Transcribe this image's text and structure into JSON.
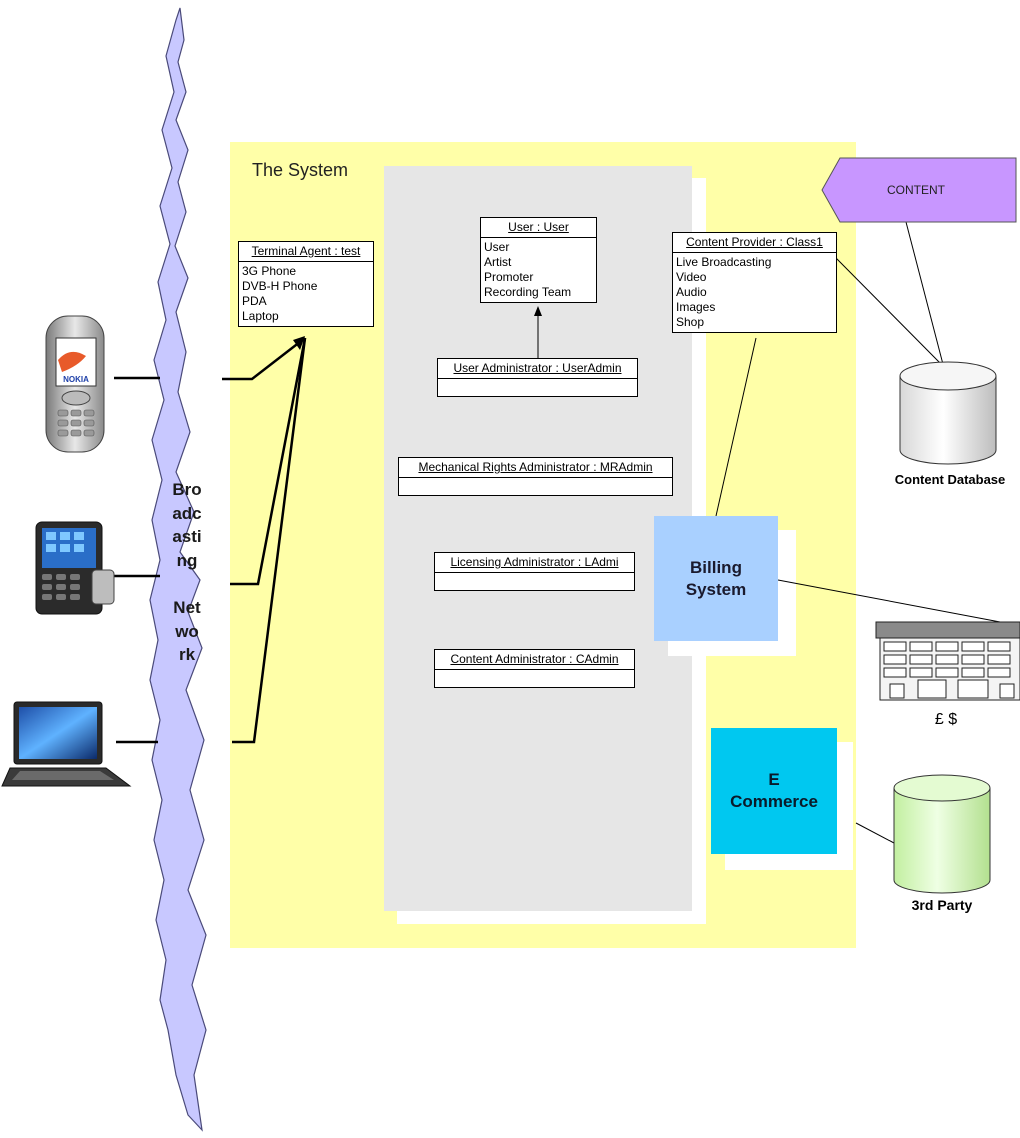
{
  "system": {
    "title": "The System"
  },
  "network": {
    "label_lines": [
      "Bro",
      "adc",
      "asti",
      "ng",
      "",
      "Net",
      "wo",
      "rk"
    ]
  },
  "terminal_agent": {
    "header": "Terminal Agent : test",
    "items": [
      "3G Phone",
      "DVB-H Phone",
      "PDA",
      "Laptop"
    ]
  },
  "user_class": {
    "header": "User : User",
    "items": [
      "User",
      "Artist",
      "Promoter",
      "Recording Team"
    ]
  },
  "content_provider": {
    "header": "Content Provider : Class1",
    "items": [
      "Live Broadcasting",
      "Video",
      "Audio",
      "Images",
      "Shop"
    ]
  },
  "user_admin": {
    "header": "User Administrator : UserAdmin"
  },
  "mr_admin": {
    "header": "Mechanical Rights Administrator : MRAdmin"
  },
  "licensing_admin": {
    "header": "Licensing Administrator : LAdmi"
  },
  "content_admin": {
    "header": "Content Administrator : CAdmin"
  },
  "billing": {
    "lines": [
      "Billing",
      "System"
    ]
  },
  "ecommerce": {
    "lines": [
      "E",
      "Commerce"
    ]
  },
  "content_tag": {
    "label": "CONTENT"
  },
  "content_database": {
    "label": "Content Database"
  },
  "third_party": {
    "label": "3rd Party"
  },
  "bank": {
    "currency": "£ $"
  },
  "devices": {
    "phone_brand": "NOKIA"
  },
  "colors": {
    "system_bg": "#ffffa8",
    "panel_gray": "#e6e6e6",
    "network_fill": "#c8c8ff",
    "billing_fill": "#a9d0ff",
    "ecommerce_fill": "#00c8f0",
    "content_tag_fill": "#c896ff",
    "third_party_fill": "#ccf5b0"
  },
  "icons": [
    "nokia-phone-icon",
    "dvbh-phone-icon",
    "laptop-icon",
    "database-icon",
    "bank-building-icon"
  ]
}
